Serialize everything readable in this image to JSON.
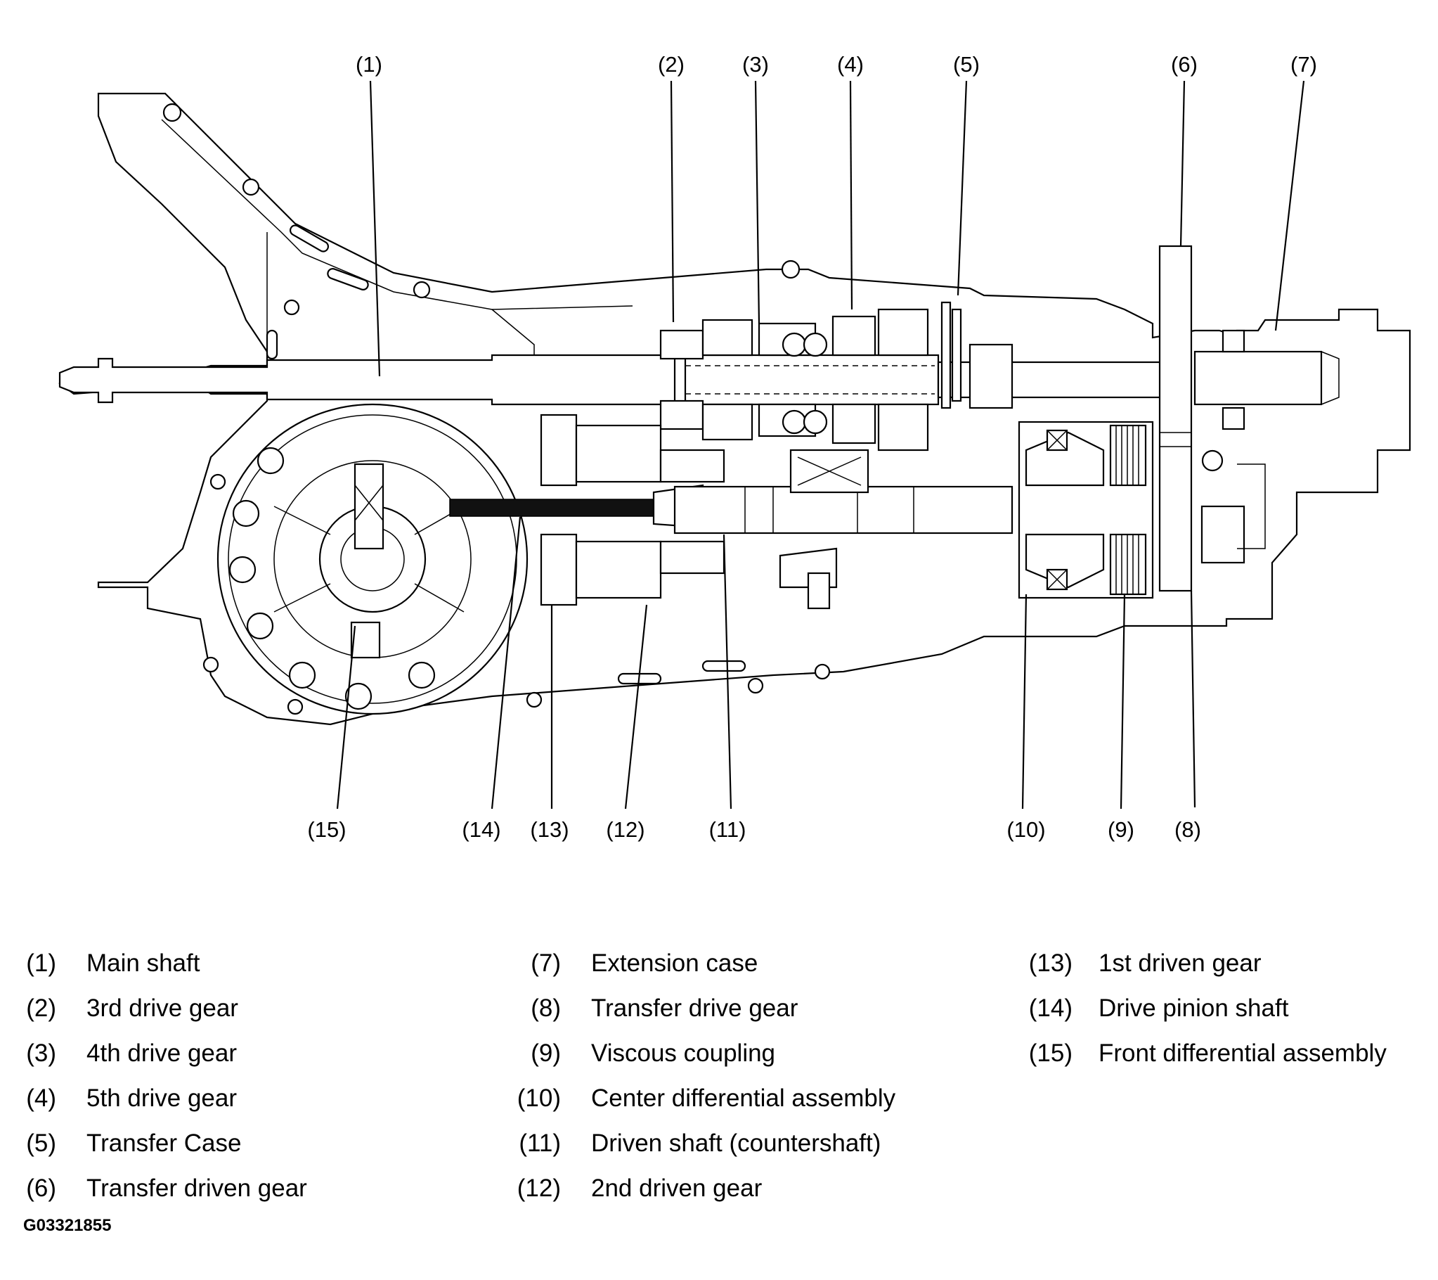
{
  "callouts": [
    "(1)",
    "(2)",
    "(3)",
    "(4)",
    "(5)",
    "(6)",
    "(7)",
    "(8)",
    "(9)",
    "(10)",
    "(11)",
    "(12)",
    "(13)",
    "(14)",
    "(15)"
  ],
  "legend": [
    {
      "num": "(1)",
      "label": "Main shaft"
    },
    {
      "num": "(2)",
      "label": "3rd drive gear"
    },
    {
      "num": "(3)",
      "label": "4th drive gear"
    },
    {
      "num": "(4)",
      "label": "5th drive gear"
    },
    {
      "num": "(5)",
      "label": "Transfer Case"
    },
    {
      "num": "(6)",
      "label": "Transfer driven gear"
    },
    {
      "num": "(7)",
      "label": "Extension case"
    },
    {
      "num": "(8)",
      "label": "Transfer drive gear"
    },
    {
      "num": "(9)",
      "label": "Viscous coupling"
    },
    {
      "num": "(10)",
      "label": "Center differential assembly"
    },
    {
      "num": "(11)",
      "label": "Driven shaft (countershaft)"
    },
    {
      "num": "(12)",
      "label": "2nd driven gear"
    },
    {
      "num": "(13)",
      "label": "1st driven gear"
    },
    {
      "num": "(14)",
      "label": "Drive pinion shaft"
    },
    {
      "num": "(15)",
      "label": "Front differential assembly"
    }
  ],
  "figure_code": "G03321855"
}
